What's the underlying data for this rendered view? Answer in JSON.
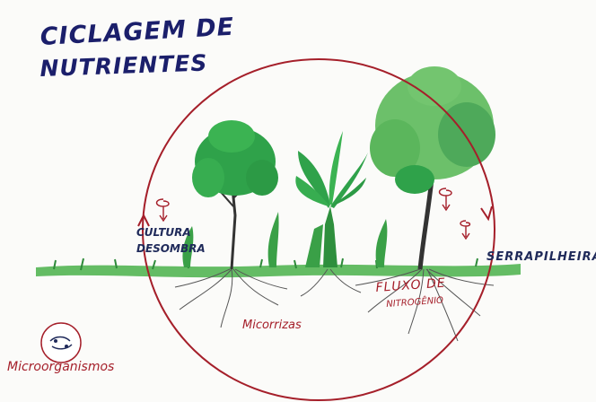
{
  "title": {
    "line1": "CICLAGEM DE",
    "line2": "NUTRIENTES"
  },
  "labels": {
    "cultura_line1": "CULTURA",
    "cultura_line2": "DESOMBRA",
    "serrapilheira": "SERRAPILHEIRA",
    "micorrizas": "Micorrizas",
    "fluxo_line1": "FLUXO DE",
    "fluxo_line2": "NITROGÊNIO",
    "microorganismos": "Microorganismos"
  },
  "colors": {
    "cycle_arrow": "#a51f2a",
    "title_ink": "#1b1f6b",
    "label_ink": "#1f2a5a",
    "foliage_bright": "#2fa24a",
    "foliage_light": "#6cc06a",
    "ground": "#49b04a",
    "trunk": "#3a3a3a",
    "roots": "#555555"
  },
  "icons": [
    "cycle-circle-arrow",
    "spiral-arrow-icon",
    "microorganism-icon"
  ]
}
